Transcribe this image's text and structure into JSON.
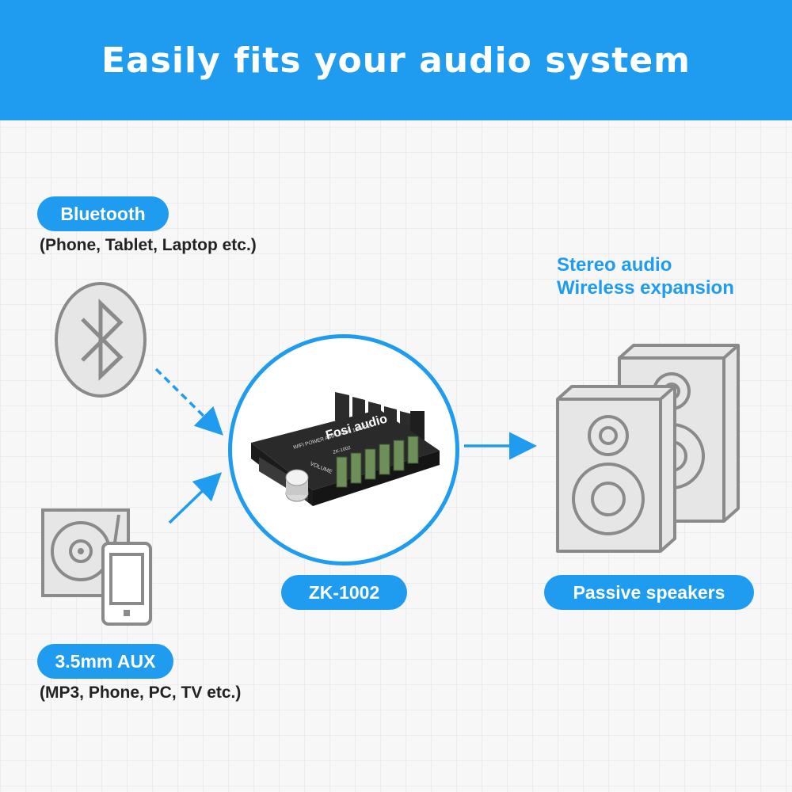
{
  "header": {
    "title": "Easily fits your audio system"
  },
  "bluetooth": {
    "label": "Bluetooth",
    "note": "(Phone, Tablet, Laptop etc.)"
  },
  "aux": {
    "label": "3.5mm AUX",
    "note": "(MP3, Phone, PC, TV etc.)"
  },
  "amplifier": {
    "model_label": "ZK-1002",
    "board_brand": "Fosi audio",
    "board_line1": "WIFI POWER AMPLIFIER 100Wx2",
    "board_line2": "ZK-1002",
    "board_volume": "VOLUME"
  },
  "speakers": {
    "feature_line1": "Stereo audio",
    "feature_line2": "Wireless expansion",
    "label": "Passive speakers"
  },
  "colors": {
    "accent": "#1f9cf0",
    "icon_stroke": "#8a8a8a",
    "icon_fill": "#e6e6e6"
  }
}
